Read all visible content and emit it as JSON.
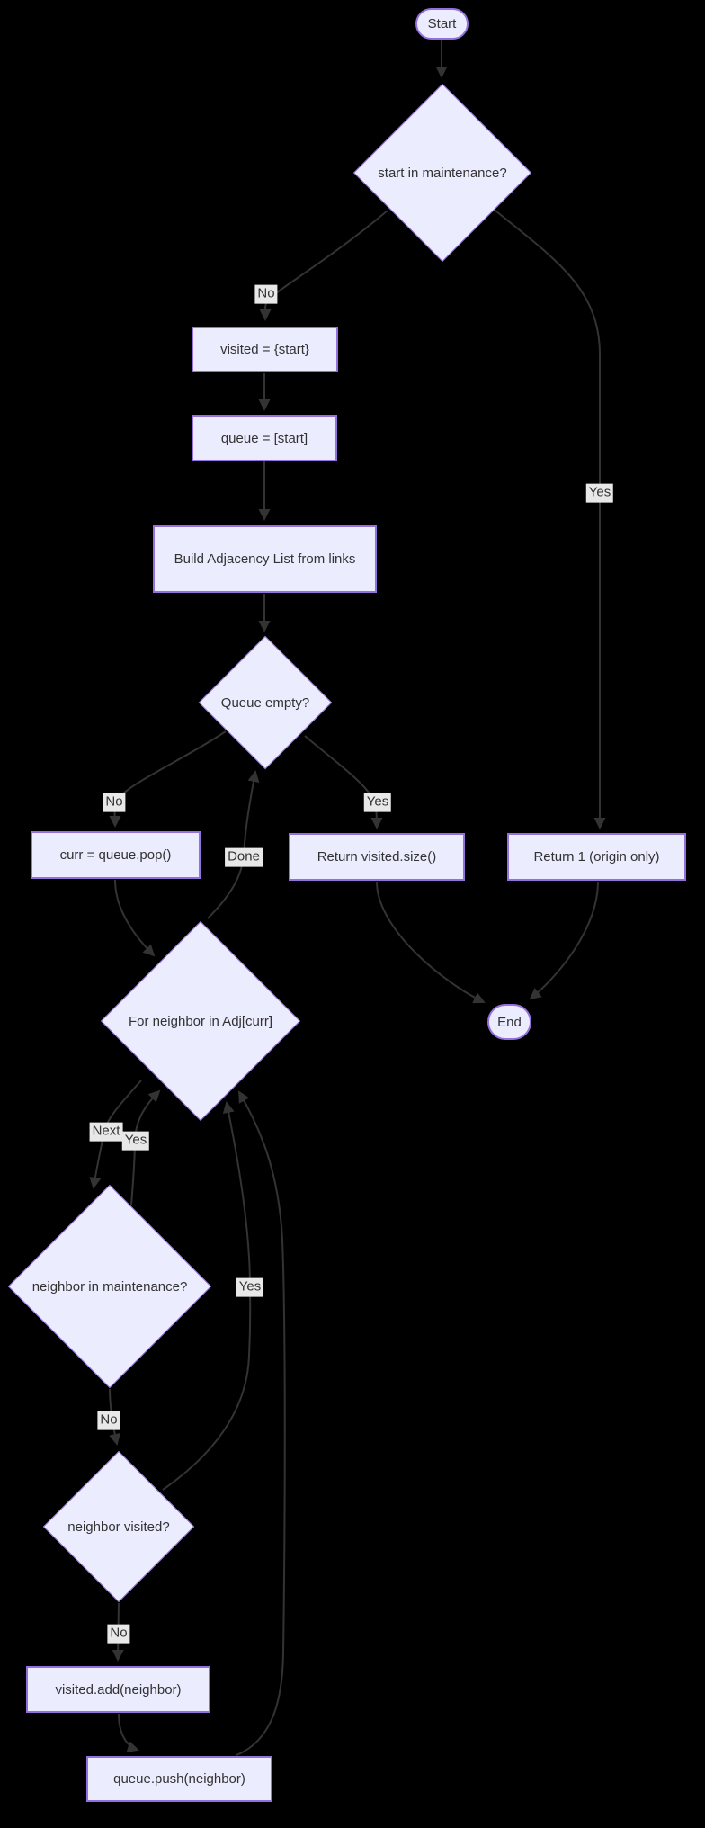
{
  "diagram": {
    "type": "flowchart",
    "colors": {
      "background": "#000000",
      "node_fill": "#ECECFF",
      "node_border": "#9370DB",
      "edge_line": "#333333",
      "edge_label_bg": "#E8E8E8",
      "text": "#333333"
    },
    "nodes": {
      "start": "Start",
      "decision_start_maintenance": "start in maintenance?",
      "visited_init": "visited = {start}",
      "queue_init": "queue = [start]",
      "build_adjacency": "Build Adjacency List from links",
      "queue_empty": "Queue empty?",
      "pop": "curr = queue.pop()",
      "return_size": "Return visited.size()",
      "return_one": "Return 1 (origin only)",
      "for_neighbor": "For neighbor in Adj[curr]",
      "end": "End",
      "neighbor_maintenance": "neighbor in maintenance?",
      "neighbor_visited": "neighbor visited?",
      "visited_add": "visited.add(neighbor)",
      "queue_push": "queue.push(neighbor)"
    },
    "edge_labels": {
      "start_no": "No",
      "start_yes": "Yes",
      "queue_no": "No",
      "queue_yes": "Yes",
      "done": "Done",
      "next": "Next",
      "maintenance_yes": "Yes",
      "maintenance_no": "No",
      "visited_yes": "Yes",
      "visited_no": "No"
    }
  }
}
